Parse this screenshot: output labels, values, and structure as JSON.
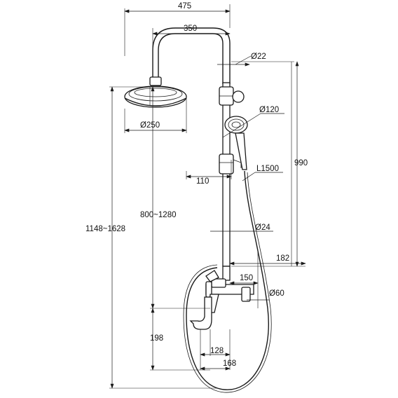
{
  "dimensions": {
    "total_width": "475",
    "arm_reach": "350",
    "pipe_diameter": "Ø22",
    "overhead_diameter": "Ø250",
    "hand_shower_diameter": "Ø120",
    "holder_offset": "110",
    "hose_length": "L1500",
    "rail_height": "990",
    "adjustable_height": "800~1280",
    "total_height": "1148~1628",
    "lower_pipe_diameter": "Ø24",
    "wall_projection": "182",
    "connection_spacing": "150",
    "connector_diameter": "Ø60",
    "spout_height": "198",
    "spout_reach": "128",
    "spout_length": "168"
  }
}
